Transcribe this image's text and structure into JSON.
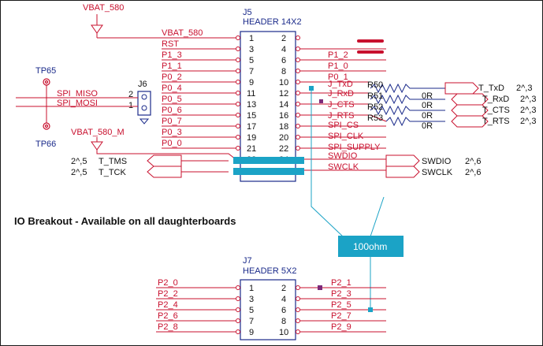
{
  "heading": "IO Breakout - Available on all daughterboards",
  "vbat_top": "VBAT_580",
  "vbat_m": "VBAT_580_M",
  "j5": {
    "ref": "J5",
    "name": "HEADER 14X2",
    "pins_left": [
      "1",
      "3",
      "5",
      "7",
      "9",
      "11",
      "13",
      "15",
      "17",
      "19",
      "21",
      "23"
    ],
    "pins_right": [
      "2",
      "4",
      "6",
      "8",
      "10",
      "12",
      "14",
      "16",
      "18",
      "20",
      "22",
      "24"
    ],
    "left_nets": [
      "VBAT_580",
      "RST",
      "P1_3",
      "P1_1",
      "P0_2",
      "P0_4",
      "P0_5",
      "P0_6",
      "P0_7",
      "P0_3",
      "P0_0"
    ],
    "right_nets": [
      "P1_2",
      "P1_0",
      "P0_1",
      "J_TxD",
      "J_RxD",
      "J_CTS",
      "J_RTS",
      "SPI_CS",
      "SPI_CLK",
      "SPI_SUPPLY",
      "SWDIO",
      "SWCLK"
    ]
  },
  "j6": {
    "ref": "J6",
    "pin2": "2",
    "pin1": "1"
  },
  "tp": {
    "tp65": "TP65",
    "tp66": "TP66",
    "miso": "SPI_MISO",
    "mosi": "SPI_MOSI"
  },
  "resistors": [
    {
      "ref": "R50",
      "val": "0R"
    },
    {
      "ref": "R51",
      "val": "0R"
    },
    {
      "ref": "R52",
      "val": "0R"
    },
    {
      "ref": "R53",
      "val": "0R"
    }
  ],
  "t_ports": [
    {
      "name": "T_TxD",
      "sheet": "2^,3"
    },
    {
      "name": "T_RxD",
      "sheet": "2^,3"
    },
    {
      "name": "T_CTS",
      "sheet": "2^,3"
    },
    {
      "name": "T_RTS",
      "sheet": "2^,3"
    }
  ],
  "sw_ports": [
    {
      "name": "SWDIO",
      "sheet": "2^,6"
    },
    {
      "name": "SWCLK",
      "sheet": "2^,6"
    }
  ],
  "tms_ports": [
    {
      "name": "T_TMS",
      "sheet": "2^,5"
    },
    {
      "name": "T_TCK",
      "sheet": "2^,5"
    }
  ],
  "annotation": "100ohm",
  "j7": {
    "ref": "J7",
    "name": "HEADER 5X2",
    "pins_left": [
      "1",
      "3",
      "5",
      "7",
      "9"
    ],
    "pins_right": [
      "2",
      "4",
      "6",
      "8",
      "10"
    ],
    "left_nets": [
      "P2_0",
      "P2_2",
      "P2_4",
      "P2_6",
      "P2_8"
    ],
    "right_nets": [
      "P2_1",
      "P2_3",
      "P2_5",
      "P2_7",
      "P2_9"
    ]
  },
  "colors": {
    "net": "#c8102e",
    "ref": "#1a2a8a",
    "accent": "#1ba3c6"
  }
}
